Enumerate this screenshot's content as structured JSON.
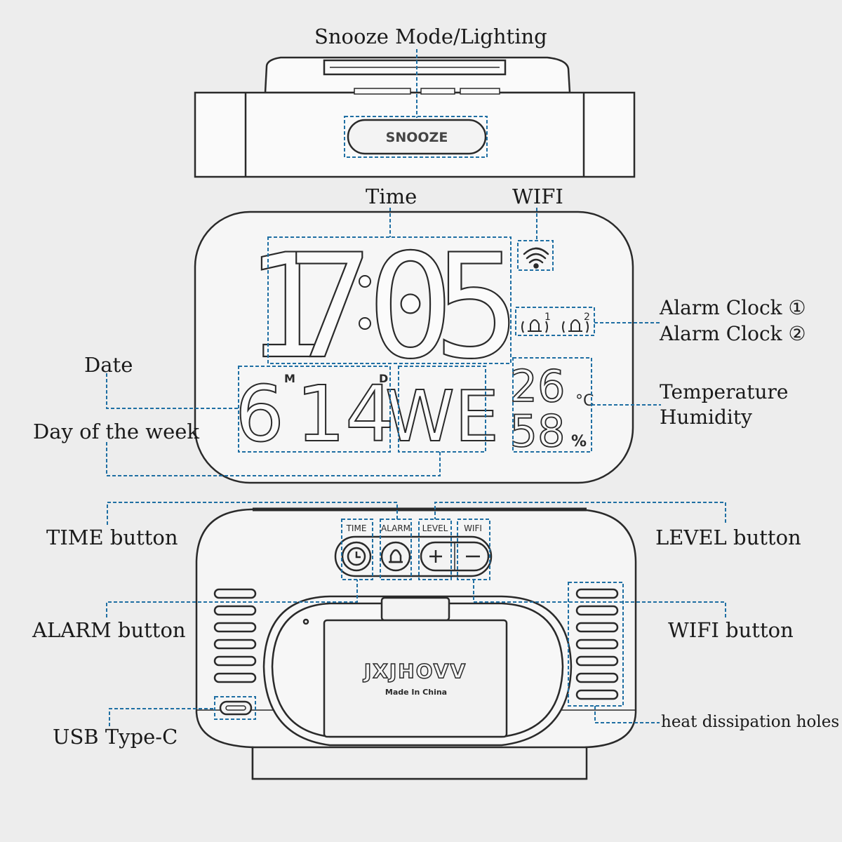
{
  "labels": {
    "snooze_mode": "Snooze Mode/Lighting",
    "time": "Time",
    "wifi": "WIFI",
    "alarm_clock_1": "Alarm Clock ①",
    "alarm_clock_2": "Alarm Clock ②",
    "date": "Date",
    "temperature": "Temperature",
    "humidity": "Humidity",
    "day_of_week": "Day of the week",
    "time_button": "TIME button",
    "level_button": "LEVEL button",
    "alarm_button": "ALARM button",
    "wifi_button": "WIFI button",
    "usb_type_c": "USB Type-C",
    "heat_holes": "heat dissipation holes"
  },
  "device": {
    "snooze_button": "SNOOZE",
    "display": {
      "time": "17:05",
      "month": "6",
      "day": "14",
      "weekday": "WE",
      "temperature": "26",
      "temperature_unit": "°C",
      "humidity": "58",
      "humidity_unit": "%",
      "month_marker": "M",
      "day_marker": "D",
      "alarm1_index": "1",
      "alarm2_index": "2"
    },
    "back_buttons": {
      "time": "TIME",
      "alarm": "ALARM",
      "level": "LEVEL",
      "wifi": "WIFI"
    },
    "brand": "JXJHOVV",
    "made_in": "Made In China"
  },
  "colors": {
    "leader_line": "#1f6fa3",
    "outline": "#2a2a2a",
    "background": "#ededed"
  }
}
